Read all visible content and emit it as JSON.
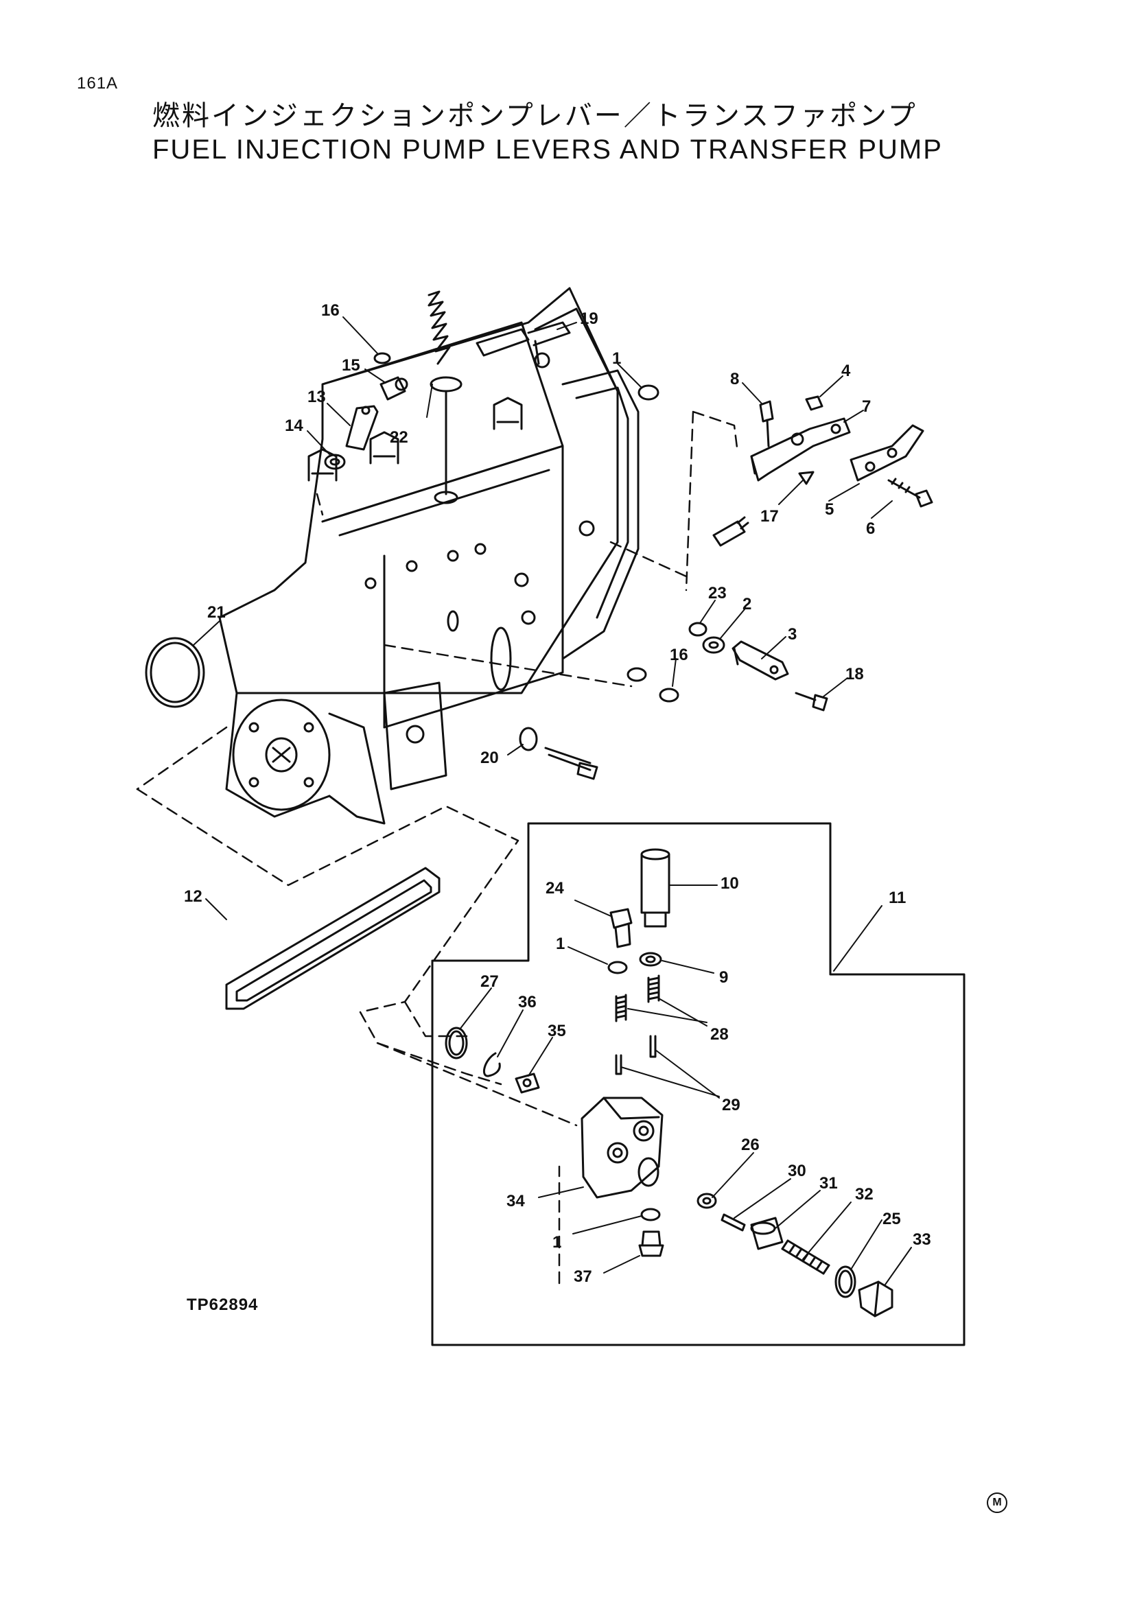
{
  "header": {
    "page_no": "161A",
    "title_jp": "燃料インジェクションポンプレバー／トランスファポンプ",
    "title_en": "FUEL INJECTION PUMP LEVERS AND TRANSFER PUMP"
  },
  "figure": {
    "code": "TP62894",
    "mark": "M",
    "callouts": {
      "c16a": "16",
      "c15": "15",
      "c13": "13",
      "c14": "14",
      "c22": "22",
      "c19": "19",
      "c1a": "1",
      "c8": "8",
      "c4": "4",
      "c7": "7",
      "c17": "17",
      "c5": "5",
      "c6": "6",
      "c21": "21",
      "c23": "23",
      "c2": "2",
      "c3": "3",
      "c16b": "16",
      "c18": "18",
      "c20": "20",
      "c12": "12",
      "c24": "24",
      "c10": "10",
      "c11": "11",
      "c1b": "1",
      "c9": "9",
      "c27": "27",
      "c36": "36",
      "c35": "35",
      "c28": "28",
      "c29": "29",
      "c26": "26",
      "c30": "30",
      "c31": "31",
      "c32": "32",
      "c25": "25",
      "c33": "33",
      "c34": "34",
      "c1c": "1",
      "c37": "37"
    }
  }
}
